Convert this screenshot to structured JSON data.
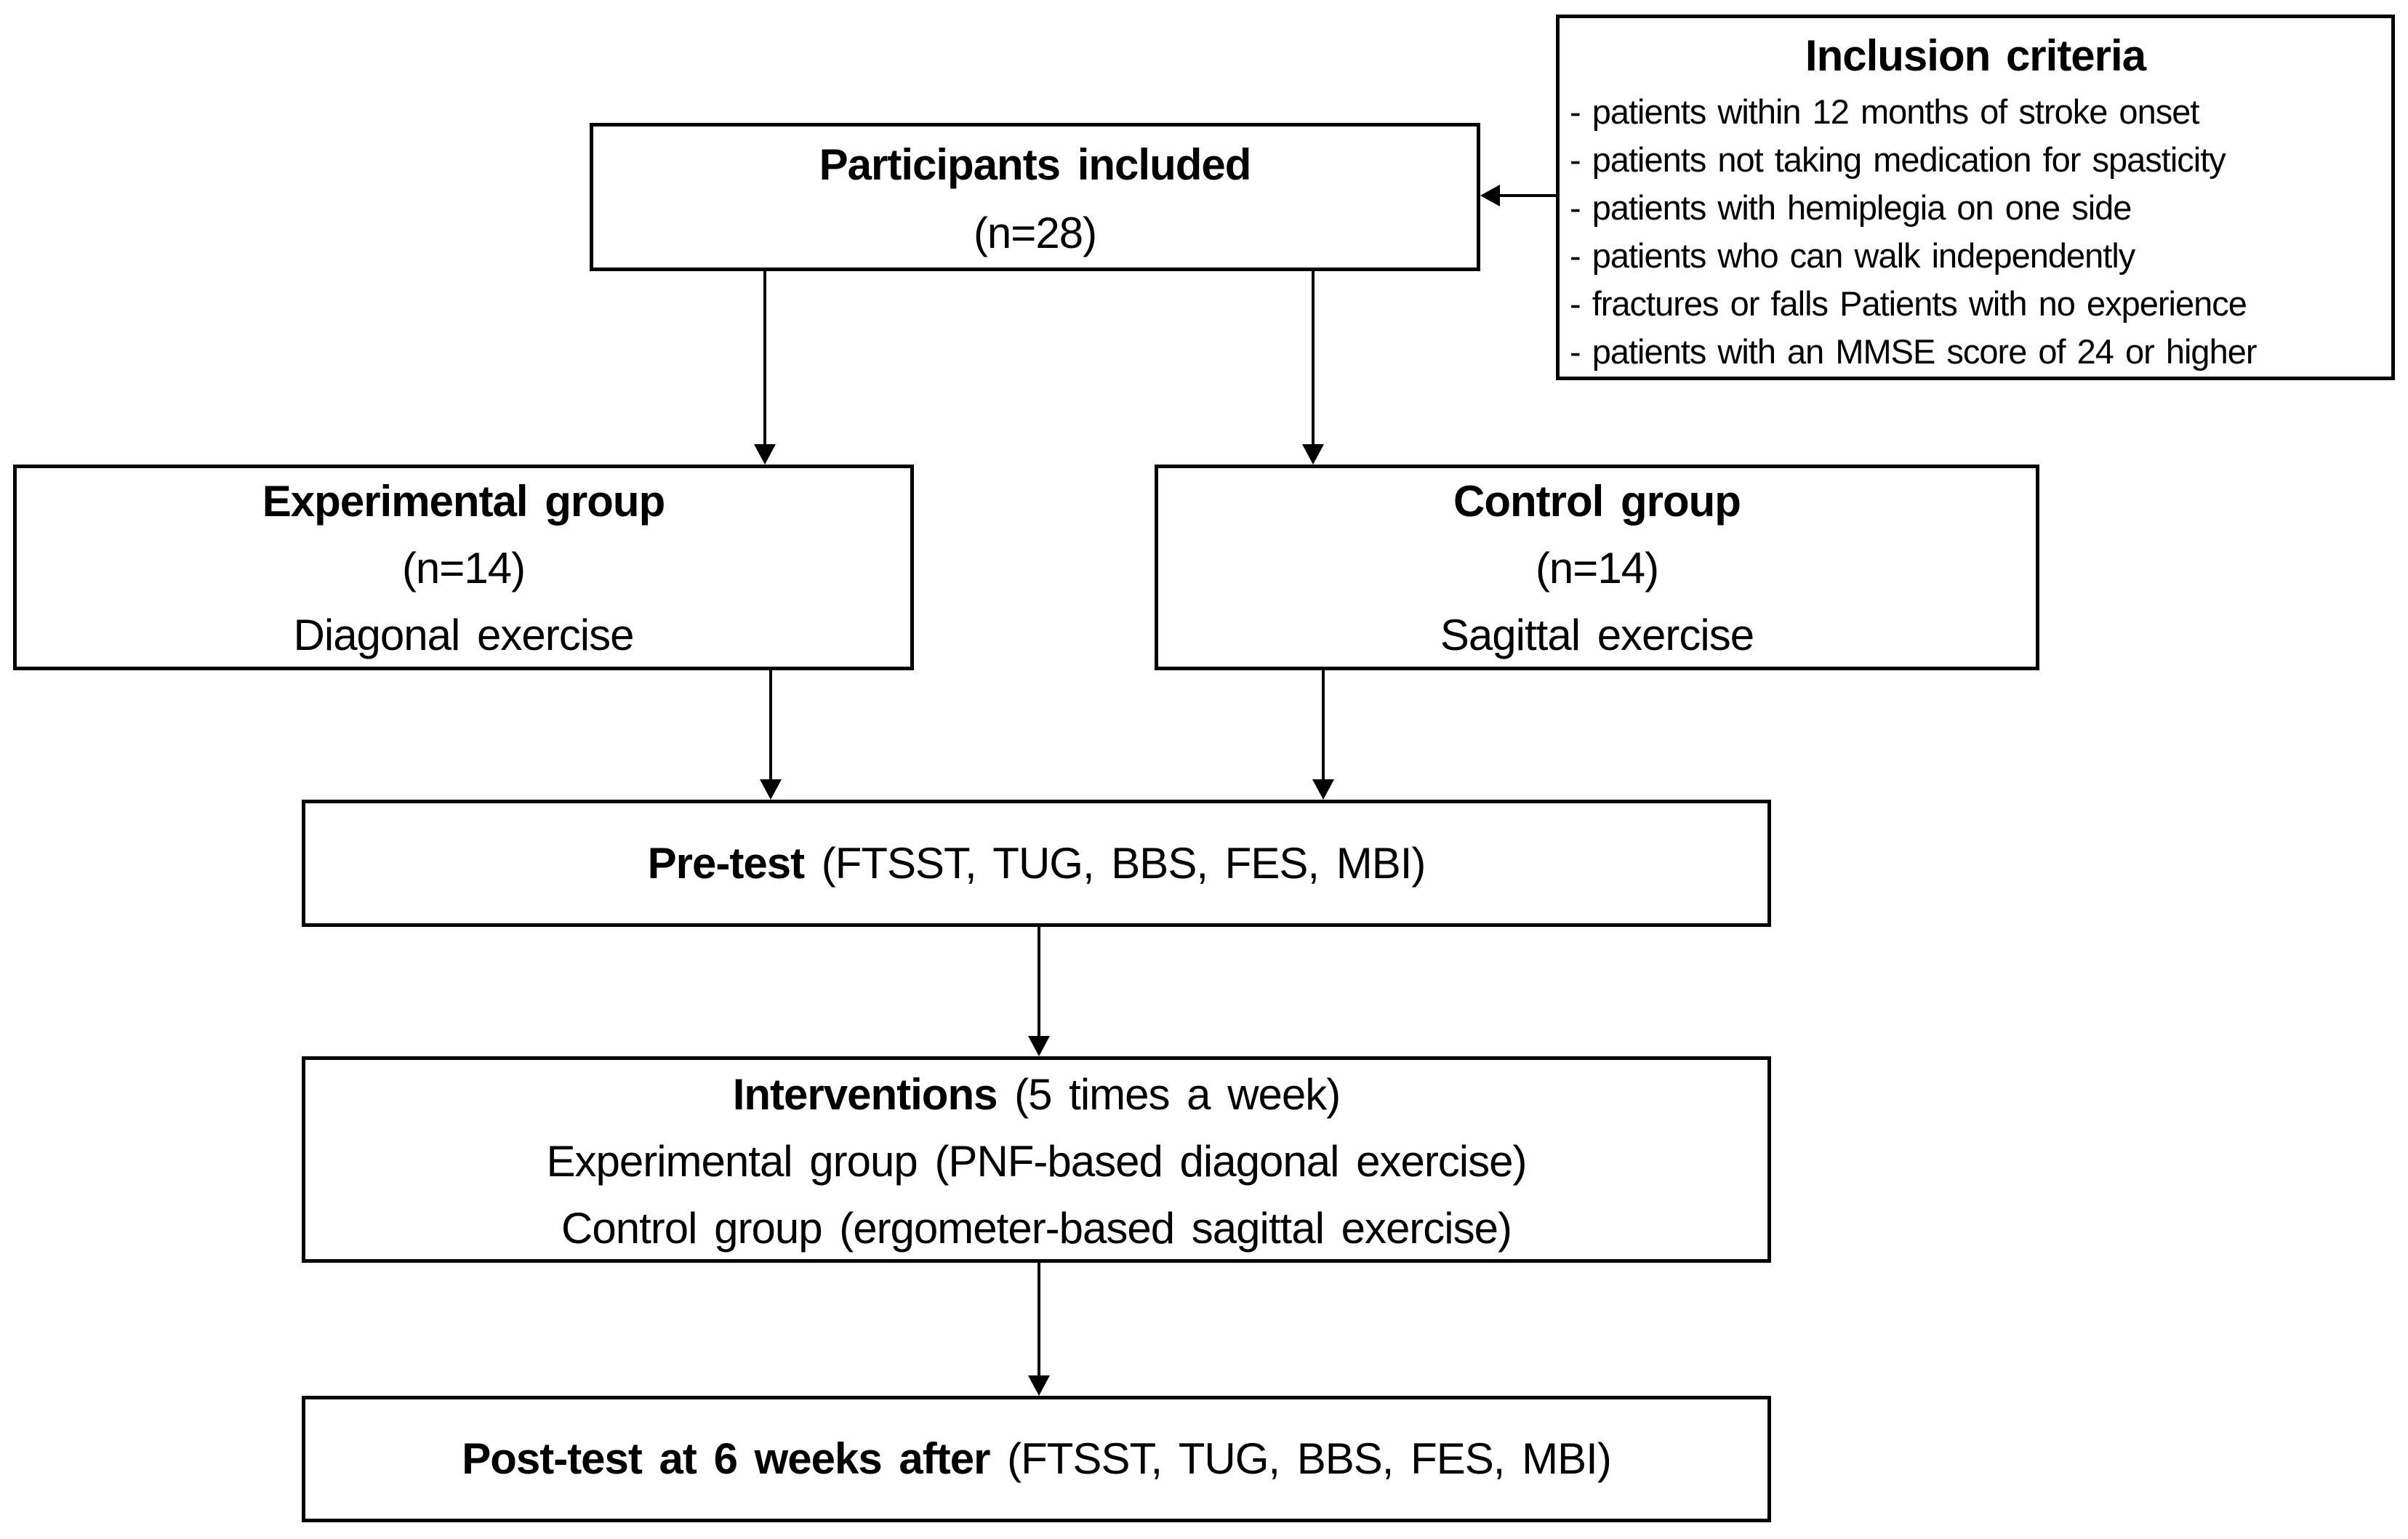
{
  "diagram": {
    "background_color": "#ffffff",
    "line_color": "#000000",
    "text_color": "#000000",
    "boxes": {
      "participants": {
        "title": "Participants included",
        "n": "(n=28)"
      },
      "inclusion": {
        "title": "Inclusion criteria",
        "items": [
          "- patients within 12 months of stroke onset",
          "- patients not taking medication for spasticity",
          "- patients with hemiplegia on one side",
          "- patients who can walk independently",
          "- fractures or falls Patients with no experience",
          "- patients with an MMSE score of 24 or higher"
        ]
      },
      "experimental": {
        "title": "Experimental group",
        "n": "(n=14)",
        "exercise": "Diagonal exercise"
      },
      "control": {
        "title": "Control group",
        "n": "(n=14)",
        "exercise": "Sagittal exercise"
      },
      "pretest": {
        "label_bold": "Pre-test",
        "label_rest": " (FTSST, TUG, BBS, FES, MBI)"
      },
      "interventions": {
        "line1_bold": "Interventions",
        "line1_rest": " (5 times a week)",
        "line2": "Experimental group (PNF-based diagonal exercise)",
        "line3": "Control group (ergometer-based sagittal exercise)"
      },
      "posttest": {
        "label_bold": "Post-test at 6 weeks after",
        "label_rest": " (FTSST, TUG, BBS, FES, MBI)"
      }
    }
  }
}
